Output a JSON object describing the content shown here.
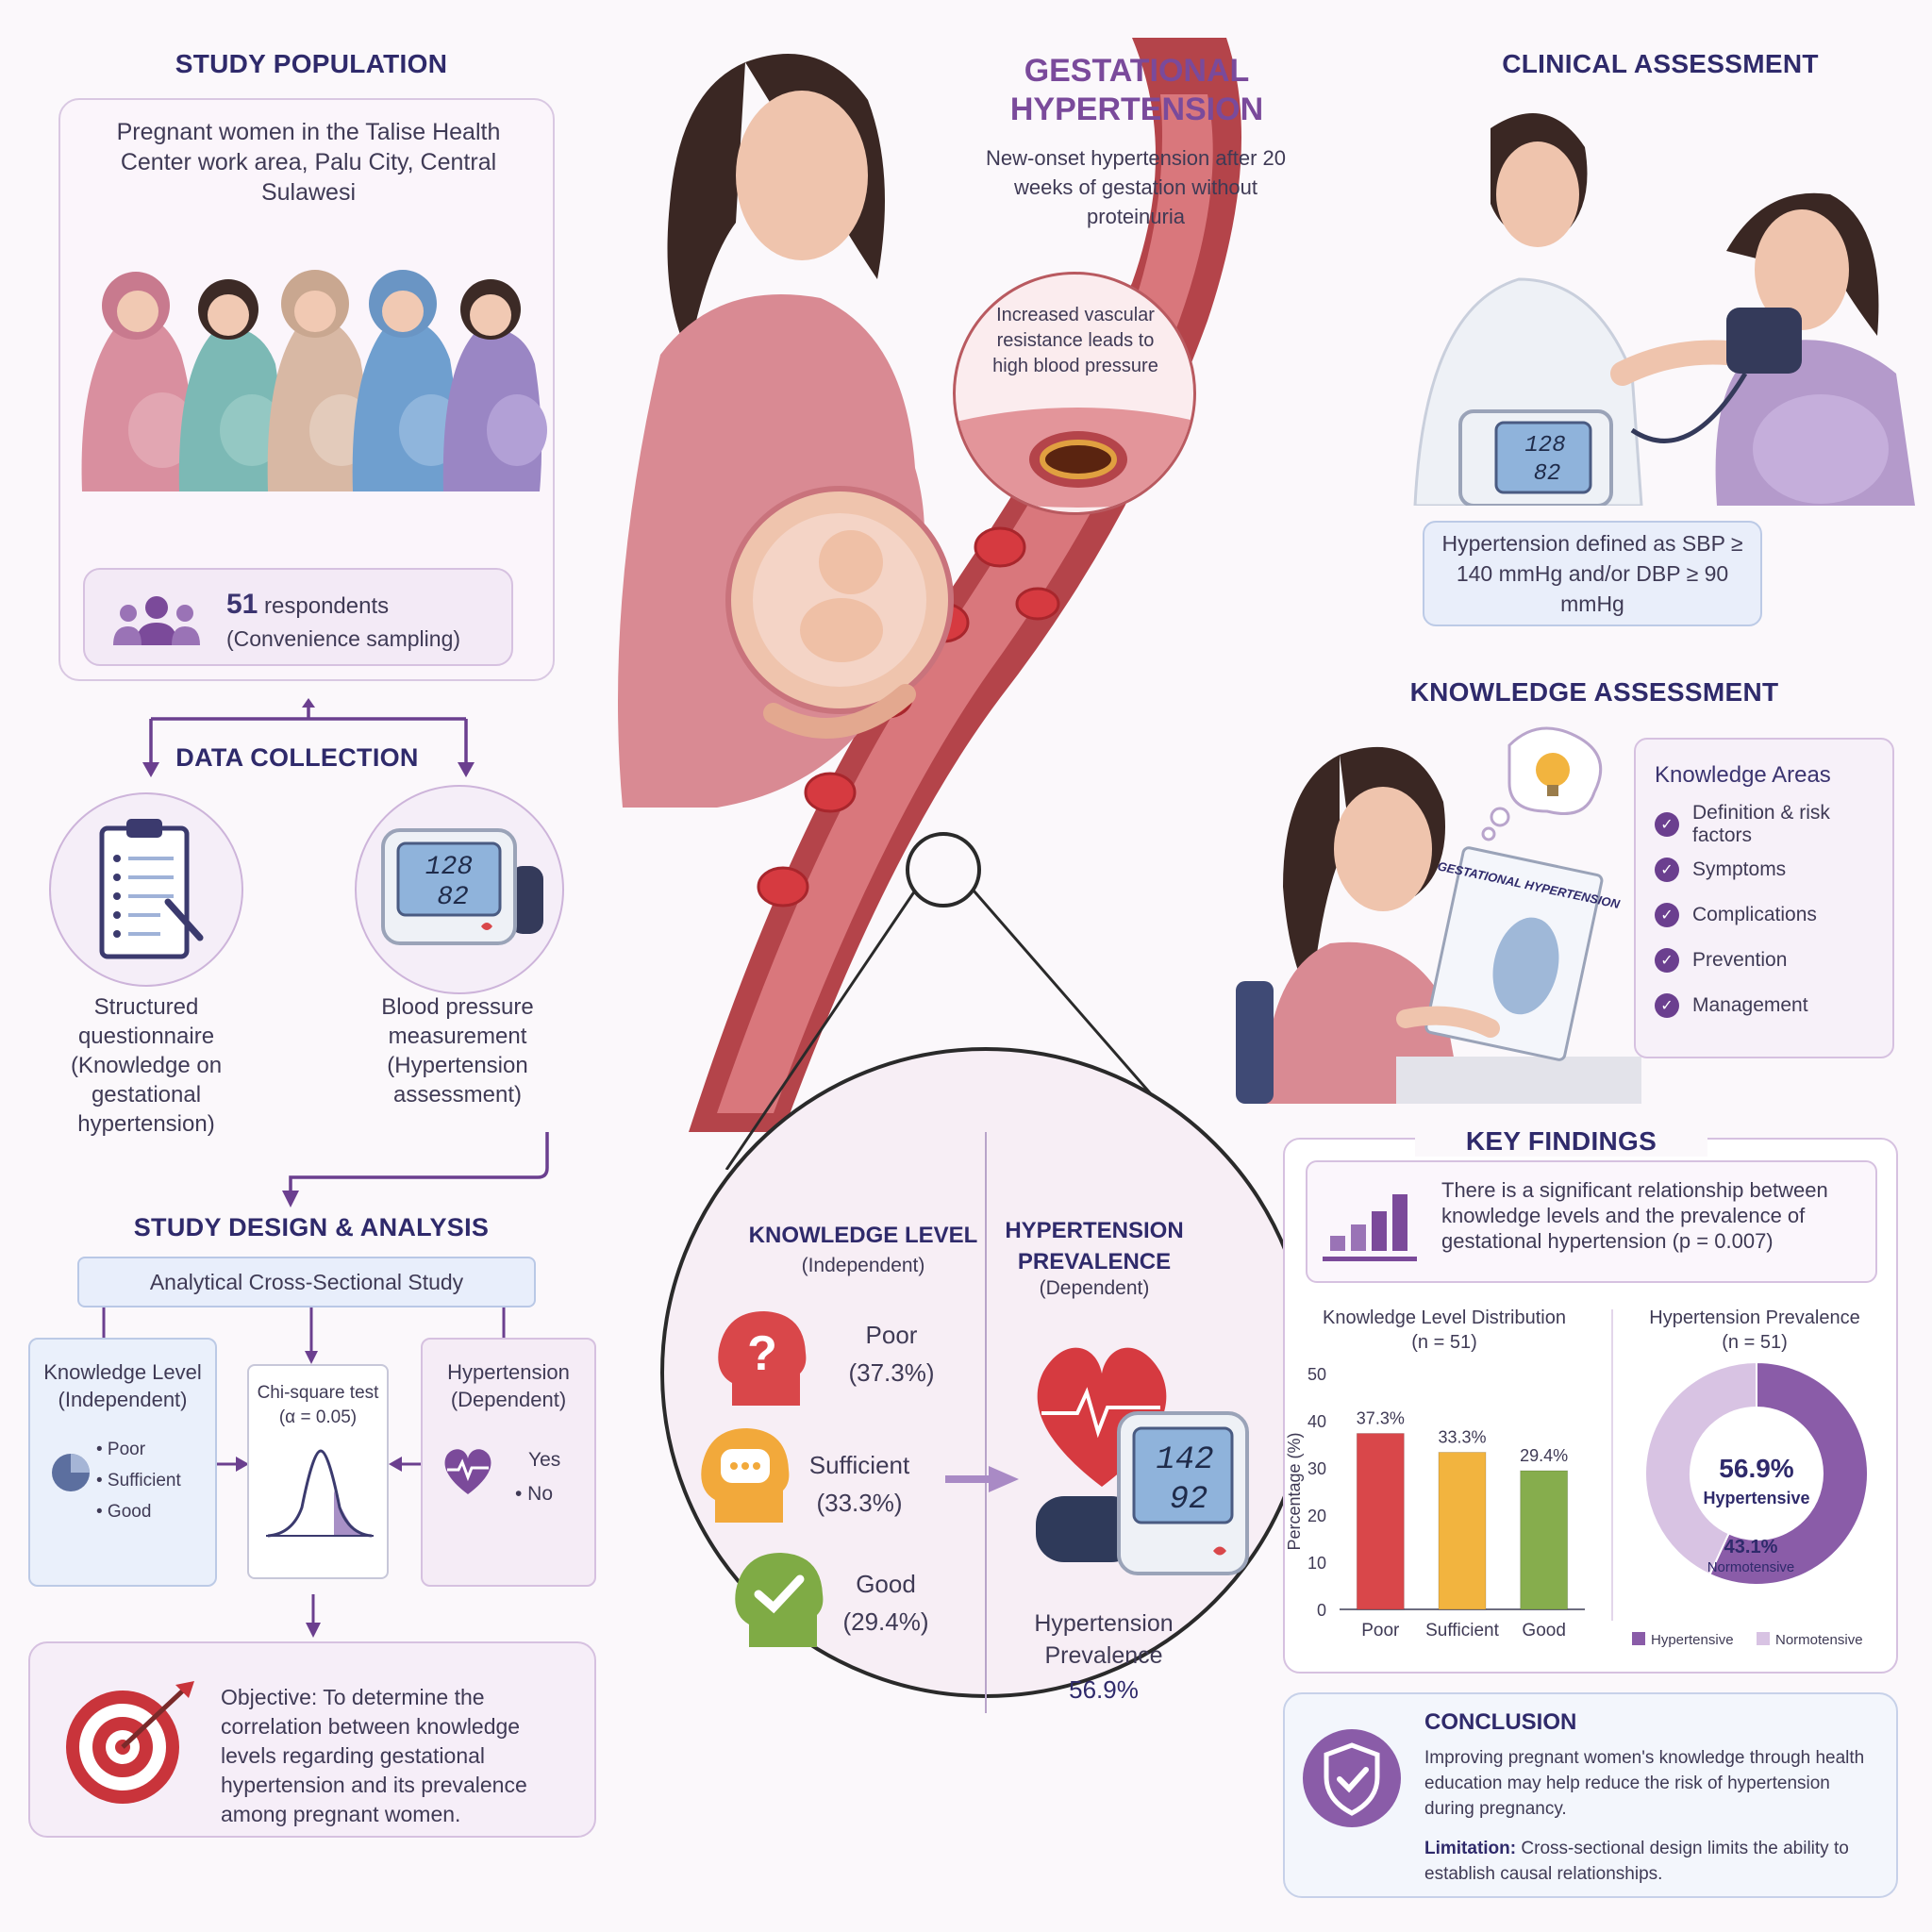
{
  "study_population": {
    "title": "STUDY POPULATION",
    "description": "Pregnant women in the Talise Health Center work area, Palu City, Central Sulawesi",
    "respondents_count": "51",
    "respondents_label": "respondents",
    "sampling": "(Convenience sampling)"
  },
  "data_collection": {
    "title": "DATA COLLECTION",
    "questionnaire": "Structured questionnaire (Knowledge on gestational hypertension)",
    "bp_measurement": "Blood pressure measurement (Hypertension assessment)",
    "bp_display_top": "128",
    "bp_display_bottom": "82"
  },
  "study_design": {
    "title": "STUDY DESIGN & ANALYSIS",
    "design": "Analytical Cross-Sectional Study",
    "independent_title": "Knowledge Level (Independent)",
    "independent_items": [
      "• Poor",
      "• Sufficient",
      "• Good"
    ],
    "test_title": "Chi-square test",
    "test_alpha": "(α = 0.05)",
    "dependent_title": "Hypertension (Dependent)",
    "dependent_items": [
      "Yes",
      "• No"
    ],
    "objective": "Objective: To determine the correlation between knowledge levels regarding gestational hypertension and its prevalence among pregnant women."
  },
  "gestational": {
    "title_line1": "GESTATIONAL",
    "title_line2": "HYPERTENSION",
    "definition": "New-onset hypertension after 20 weeks of gestation without proteinuria",
    "vascular_note": "Increased vascular resistance leads to high blood pressure"
  },
  "clinical_assessment": {
    "title": "CLINICAL ASSESSMENT",
    "monitor_top": "128",
    "monitor_bottom": "82",
    "definition": "Hypertension defined as SBP ≥ 140 mmHg and/or DBP ≥ 90 mmHg"
  },
  "knowledge_assessment": {
    "title": "KNOWLEDGE ASSESSMENT",
    "booklet_title": "GESTATIONAL HYPERTENSION",
    "areas_title": "Knowledge Areas",
    "areas": [
      "Definition & risk factors",
      "Symptoms",
      "Complications",
      "Prevention",
      "Management"
    ]
  },
  "zoom_circle": {
    "knowledge_title": "KNOWLEDGE LEVEL",
    "knowledge_sub": "(Independent)",
    "levels": [
      {
        "label": "Poor",
        "pct": "(37.3%)",
        "color": "#d9474a"
      },
      {
        "label": "Sufficient",
        "pct": "(33.3%)",
        "color": "#f2a93b"
      },
      {
        "label": "Good",
        "pct": "(29.4%)",
        "color": "#7fab45"
      }
    ],
    "prevalence_title_line1": "HYPERTENSION",
    "prevalence_title_line2": "PREVALENCE",
    "prevalence_sub": "(Dependent)",
    "monitor_top": "142",
    "monitor_bottom": "92",
    "prevalence_label": "Hypertension Prevalence",
    "prevalence_value": "56.9%"
  },
  "key_findings": {
    "title": "KEY FINDINGS",
    "statement": "There is a significant relationship between knowledge levels and the prevalence of gestational hypertension (p = 0.007)"
  },
  "chart_data": [
    {
      "type": "bar",
      "title": "Knowledge Level Distribution",
      "subtitle": "(n = 51)",
      "ylabel": "Percentage (%)",
      "categories": [
        "Poor",
        "Sufficient",
        "Good"
      ],
      "values": [
        37.3,
        33.3,
        29.4
      ],
      "value_labels": [
        "37.3%",
        "33.3%",
        "29.4%"
      ],
      "colors": [
        "#d9474a",
        "#f2b43f",
        "#86ad4d"
      ],
      "ylim": [
        0,
        50
      ],
      "yticks": [
        0,
        10,
        20,
        30,
        40,
        50
      ]
    },
    {
      "type": "pie",
      "title": "Hypertension Prevalence",
      "subtitle": "(n = 51)",
      "categories": [
        "Hypertensive",
        "Normotensive"
      ],
      "values": [
        56.9,
        43.1
      ],
      "value_labels": [
        "56.9%",
        "43.1%"
      ],
      "colors": [
        "#8a5ca8",
        "#d8c3e3"
      ]
    }
  ],
  "conclusion": {
    "title": "CONCLUSION",
    "text": "Improving pregnant women's knowledge through health education may help reduce the risk of hypertension during pregnancy.",
    "limitation_label": "Limitation:",
    "limitation_text": "Cross-sectional design limits the ability to establish causal relationships."
  }
}
